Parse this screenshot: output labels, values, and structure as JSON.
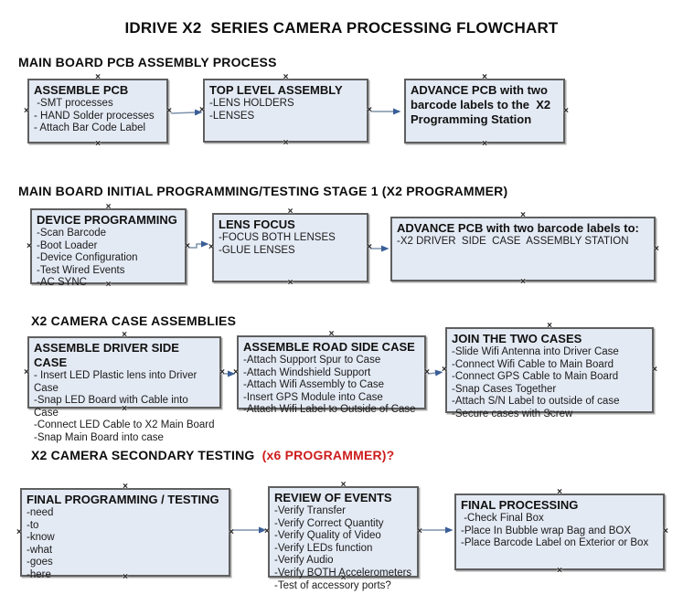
{
  "page": {
    "title": "IDRIVE X2  SERIES CAMERA PROCESSING FLOWCHART"
  },
  "colors": {
    "box_fill": "#e4eaf4",
    "box_border": "#5f5f5f",
    "red_text": "#ce1c1c",
    "arrow_line": "#7e92aa",
    "arrow_head": "#3a5e96",
    "text": "#1a1a1a"
  },
  "icons": {
    "handle": "×"
  },
  "sections": {
    "s1": {
      "header": "MAIN BOARD PCB ASSEMBLY PROCESS"
    },
    "s2": {
      "header": "MAIN BOARD INITIAL PROGRAMMING/TESTING STAGE 1 (X2 PROGRAMMER)"
    },
    "s3": {
      "header": "X2 CAMERA CASE ASSEMBLIES"
    },
    "s4": {
      "header_black": "X2 CAMERA SECONDARY TESTING  ",
      "header_red": "(x6 PROGRAMMER)?"
    }
  },
  "boxes": {
    "assemble_pcb": {
      "title": "ASSEMBLE PCB",
      "items": [
        " -SMT processes",
        "- HAND Solder processes",
        "- Attach Bar Code Label"
      ]
    },
    "top_level_assembly": {
      "title": "TOP LEVEL ASSEMBLY",
      "items": [
        "-LENS HOLDERS",
        "-LENSES"
      ]
    },
    "advance_pcb_1": {
      "title": "ADVANCE PCB with two barcode labels to the  X2 Programming Station",
      "items": []
    },
    "device_programming": {
      "title": "DEVICE PROGRAMMING",
      "items": [
        "-Scan Barcode",
        "-Boot Loader",
        "-Device Configuration",
        "-Test Wired Events",
        "-AC SYNC"
      ]
    },
    "lens_focus": {
      "title": "LENS FOCUS",
      "items": [
        "-FOCUS BOTH LENSES",
        "-GLUE LENSES"
      ]
    },
    "advance_pcb_2": {
      "title": "ADVANCE PCB with two barcode labels to:",
      "items": [
        "-X2 DRIVER  SIDE  CASE  ASSEMBLY STATION"
      ]
    },
    "assemble_driver_side_case": {
      "title": "ASSEMBLE DRIVER SIDE CASE",
      "items": [
        "- Insert LED Plastic lens into Driver Case",
        "-Snap LED Board with Cable into Case",
        "-Connect LED Cable to X2 Main Board",
        "-Snap Main Board into case"
      ]
    },
    "assemble_road_side_case": {
      "title": "ASSEMBLE ROAD SIDE CASE",
      "items": [
        "-Attach Support Spur to Case",
        "-Attach Windshield Support",
        "-Attach Wifi Assembly to Case",
        "-Insert GPS Module into Case",
        "-Attach Wifi Label to Outside of Case"
      ]
    },
    "join_the_two_cases": {
      "title": "JOIN THE TWO CASES",
      "items": [
        "-Slide Wifi Antenna into Driver Case",
        "-Connect Wifi Cable to Main Board",
        "-Connect GPS Cable to Main Board",
        "-Snap Cases Together",
        "-Attach S/N Label to outside of case",
        "-Secure cases with Screw"
      ]
    },
    "final_programming_testing": {
      "title": "FINAL PROGRAMMING / TESTING",
      "items": [
        "-need",
        "-to",
        "-know",
        "-what",
        "-goes",
        "-here"
      ]
    },
    "review_of_events": {
      "title": "REVIEW OF EVENTS",
      "items": [
        "-Verify Transfer",
        "-Verify Correct Quantity",
        "-Verify Quality of Video",
        "-Verify LEDs function",
        "-Verify Audio",
        "-Verify BOTH Accelerometers",
        "-Test of accessory ports?"
      ]
    },
    "final_processing": {
      "title": "FINAL PROCESSING",
      "items": [
        " -Check Final Box",
        "-Place In Bubble wrap Bag and BOX",
        "-Place Barcode Label on Exterior or Box"
      ]
    }
  }
}
